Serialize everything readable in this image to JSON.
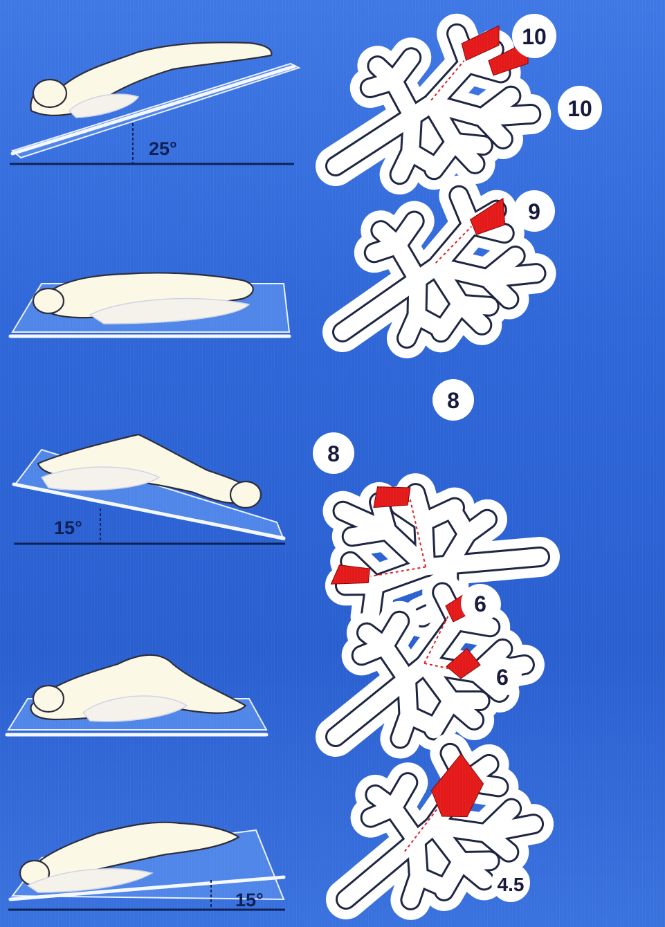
{
  "rows": [
    {
      "angle_label": "25°",
      "badges": [
        "10",
        "10"
      ]
    },
    {
      "angle_label": "",
      "badges": [
        "9"
      ]
    },
    {
      "angle_label": "15°",
      "badges": [
        "8",
        "8"
      ]
    },
    {
      "angle_label": "",
      "badges": [
        "6",
        "6"
      ]
    },
    {
      "angle_label": "15°",
      "badges": [
        "4.5"
      ]
    }
  ],
  "colors": {
    "background": "#2f67d8",
    "segment": "#e41a1a",
    "outline": "#1d2440",
    "figure": "#fbf8e6"
  }
}
